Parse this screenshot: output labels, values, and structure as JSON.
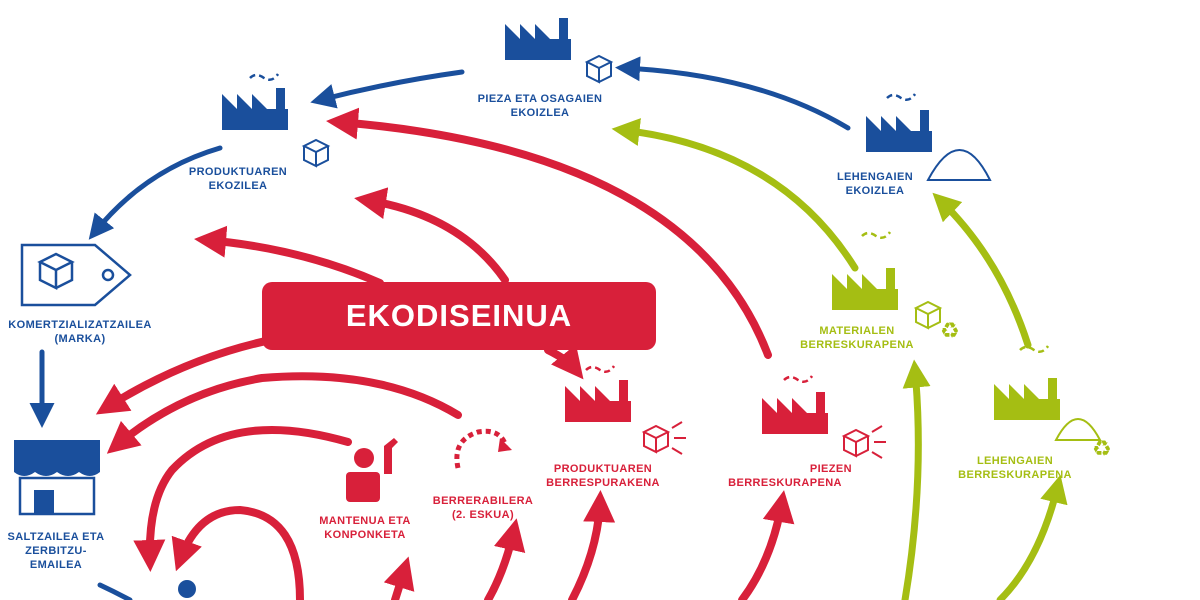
{
  "banner": "EKODISEINUA",
  "colors": {
    "blue": "#1a4f9c",
    "red": "#d8203a",
    "green": "#a5be13"
  },
  "nodes": {
    "pieza": {
      "line1": "PIEZA ETA OSAGAIEN",
      "line2": "EKOIZLEA",
      "icon": "factory-with-cube-icon"
    },
    "produktu": {
      "line1": "PRODUKTUAREN",
      "line2": "EKOZILEA",
      "icon": "factory-with-cube-icon"
    },
    "lehengaien_ekoizlea": {
      "line1": "LEHENGAIEN",
      "line2": "EKOIZLEA",
      "icon": "factory-with-pile-icon"
    },
    "komertzial": {
      "line1": "KOMERTZIALIZATZAILEA",
      "line2": "(MARKA)",
      "icon": "price-tag-icon"
    },
    "saltzaile": {
      "line1": "SALTZAILEA ETA",
      "line2": "ZERBITZU-",
      "line3": "EMAILEA",
      "icon": "shop-icon"
    },
    "mantenua": {
      "line1": "MANTENUA ETA",
      "line2": "KONPONKETA",
      "icon": "repair-worker-icon"
    },
    "berrerabilera": {
      "line1": "BERRERABILERA",
      "line2": "(2. ESKUA)",
      "icon": "reuse-arrows-icon"
    },
    "berrespurakena": {
      "line1": "PRODUKTUAREN",
      "line2": "BERRESPURAKENA",
      "icon": "factory-with-cube-icon"
    },
    "piezen": {
      "line1": "PIEZEN",
      "line2": "BERRESKURAPENA",
      "icon": "factory-with-cube-icon"
    },
    "materialen": {
      "line1": "MATERIALEN",
      "line2": "BERRESKURAPENA",
      "icon": "factory-with-recycle-icon"
    },
    "lehengaien_berresk": {
      "line1": "LEHENGAIEN",
      "line2": "BERRESKURAPENA",
      "icon": "factory-with-recycle-icon"
    }
  }
}
